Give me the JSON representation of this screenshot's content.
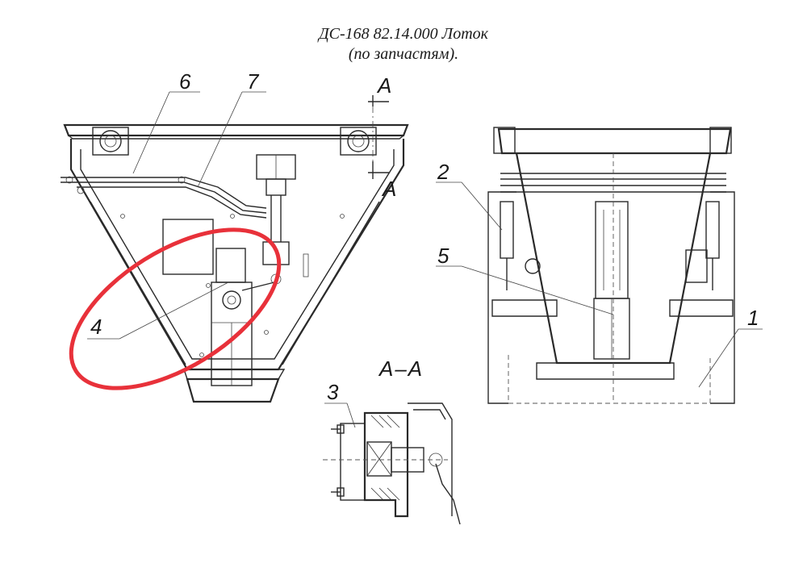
{
  "title": {
    "line1": "ДС-168 82.14.000 Лоток",
    "line2": "(по запчастям)."
  },
  "callouts": {
    "c1": "1",
    "c2": "2",
    "c3": "3",
    "c4": "4",
    "c5": "5",
    "c6": "6",
    "c7": "7"
  },
  "section": {
    "marker_top": "A",
    "marker_bottom": "A",
    "view_label": "A–A"
  },
  "colors": {
    "highlight": "#e8313a",
    "line": "#2a2a2a"
  }
}
